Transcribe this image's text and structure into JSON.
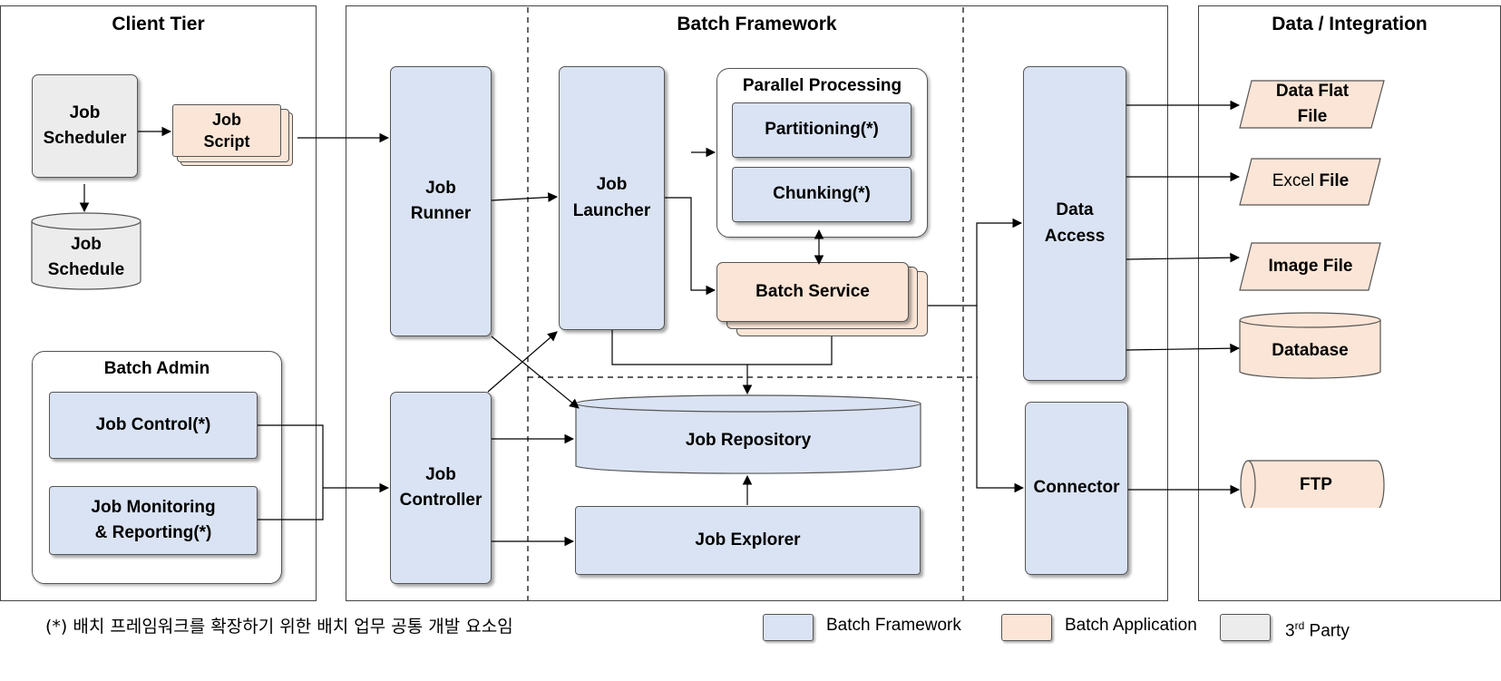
{
  "tiers": {
    "client": "Client Tier",
    "batch": "Batch Framework",
    "data": "Data / Integration"
  },
  "client": {
    "job_scheduler": "Job\nScheduler",
    "job_script": "Job\nScript",
    "job_schedule": "Job\nSchedule",
    "batch_admin": {
      "title": "Batch Admin",
      "job_control": "Job Control(*)",
      "job_monitoring": "Job Monitoring\n& Reporting(*)"
    }
  },
  "framework": {
    "job_runner": "Job\nRunner",
    "job_launcher": "Job\nLauncher",
    "parallel_processing": {
      "title": "Parallel Processing",
      "partitioning": "Partitioning(*)",
      "chunking": "Chunking(*)"
    },
    "batch_service": "Batch Service",
    "data_access": "Data\nAccess",
    "job_controller": "Job\nController",
    "job_repository": "Job Repository",
    "job_explorer": "Job Explorer",
    "connector": "Connector"
  },
  "integration": {
    "data_flat_file": "Data Flat\nFile",
    "excel_file_prefix": "Excel ",
    "excel_file_bold": "File",
    "image_file": "Image File",
    "database": "Database",
    "ftp": "FTP"
  },
  "footnote": "(*) 배치 프레임워크를 확장하기 위한 배치 업무 공통 개발 요소임",
  "legend": {
    "batch_framework": "Batch Framework",
    "batch_application": "Batch Application",
    "third_party_base": "3",
    "third_party_sup": "rd",
    "third_party_rest": " Party"
  },
  "colors": {
    "framework_fill": "#dae3f3",
    "application_fill": "#fbe5d6",
    "third_party_fill": "#ececec"
  }
}
